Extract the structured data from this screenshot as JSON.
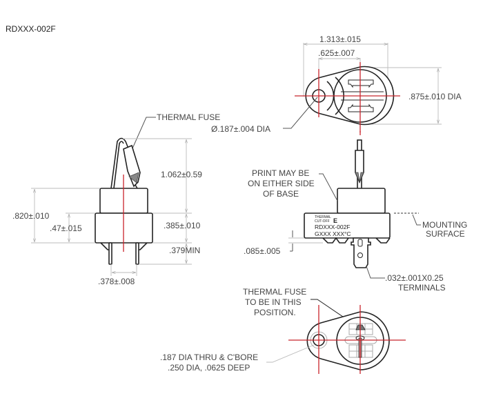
{
  "title": "RDXXX-002F",
  "top_view": {
    "dim_overall_length": "1.313±.015",
    "dim_hole_to_center": ".625±.007",
    "dim_body_diameter": ".875±.010 DIA",
    "dim_hole_diameter": "Ø.187±.004 DIA"
  },
  "side_view": {
    "callout_thermal_fuse": "THERMAL FUSE",
    "dim_total_height": "1.062±0.59",
    "dim_base_height": ".820±.010",
    "dim_flange_height": ".47±.015",
    "dim_flange_to_top": ".385±.010",
    "dim_terminal_length": ".379MIN",
    "dim_terminal_spacing": ".378±.008"
  },
  "front_view": {
    "note_print": [
      "PRINT MAY BE",
      "ON EITHER SIDE",
      "OF BASE"
    ],
    "label_thermal": "THERMAL",
    "label_cutoff": "CUT-OFF",
    "label_logo": "E",
    "label_part": "RDXXX-002F",
    "label_rating": "GXXX XXX°C",
    "note_mounting": [
      "MOUNTING",
      "SURFACE"
    ],
    "dim_standoff": ".085±.005",
    "note_terminals": [
      ".032±.001X0.25",
      "TERMINALS"
    ]
  },
  "bottom_view": {
    "note_fuse_position": [
      "THERMAL FUSE",
      "TO BE IN THIS",
      "POSITION."
    ],
    "note_hole": [
      ".187 DIA THRU & C'BORE",
      ".250 DIA, .0625 DEEP"
    ]
  },
  "colors": {
    "centerline": "#c8242b",
    "outline": "#222222",
    "dimension": "#bbbbbb",
    "text": "#444444"
  }
}
